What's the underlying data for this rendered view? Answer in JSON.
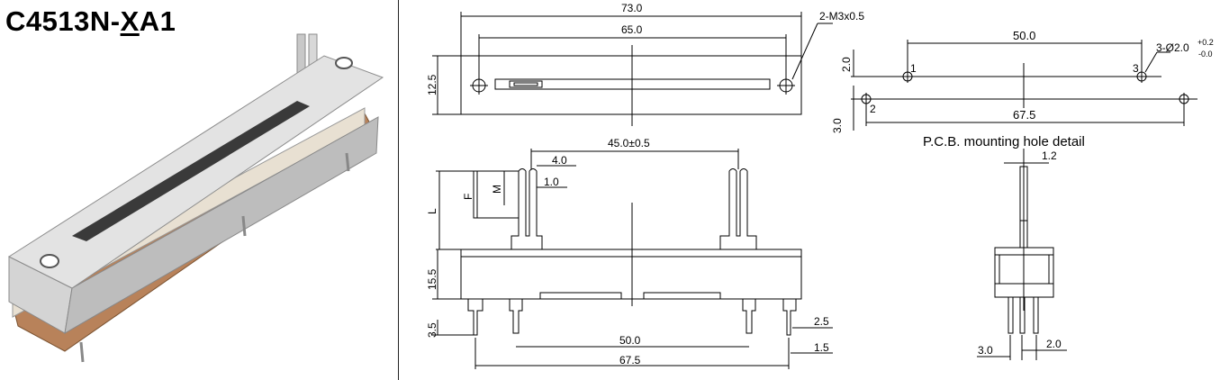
{
  "product": {
    "title_prefix": "C4513N-",
    "title_underlined": "X",
    "title_suffix": "A1"
  },
  "top_view": {
    "overall_length": "73.0",
    "hole_spacing": "65.0",
    "width": "12.5",
    "mount_holes": "2-M3x0.5"
  },
  "pcb_detail": {
    "caption": "P.C.B. mounting hole detail",
    "pin_pitch": "50.0",
    "hole_spec": "3-Ø2.0",
    "hole_tol_plus": "+0.2",
    "hole_tol_minus": "-0.0",
    "offset_top": "2.0",
    "offset_bottom": "3.0",
    "outer_span": "67.5",
    "pin_1": "1",
    "pin_2": "2",
    "pin_3": "3"
  },
  "front_view": {
    "travel": "45.0±0.5",
    "lever_width": "4.0",
    "lever_thickness": "1.0",
    "dim_f": "F",
    "dim_m": "M",
    "dim_l": "L",
    "body_height": "15.5",
    "pin_length": "3.5",
    "pin_spacing": "50.0",
    "leg_spacing": "67.5",
    "leg_width": "2.5",
    "pin_width": "1.5"
  },
  "side_view": {
    "lever_width": "1.2",
    "pin_offset_a": "3.0",
    "pin_offset_b": "2.0"
  }
}
